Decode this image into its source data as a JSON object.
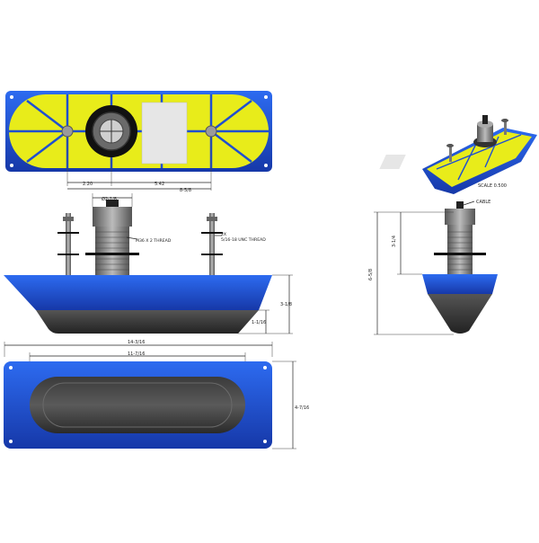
{
  "colors": {
    "blue": "#1f4fd1",
    "yellow": "#e8ec1a",
    "dark": "#3b3b3b",
    "bolt": "#8a8a8a",
    "label": "#e6e6e6"
  },
  "top_view": {
    "dims": {
      "left": "2.20",
      "middle": "5.42",
      "overall": "8-5/8"
    }
  },
  "side_view": {
    "dims": {
      "stem_dia": "Ø2-1/8",
      "thread_main": "M36 X 2 THREAD",
      "thread_bolt_a": "2X",
      "thread_bolt_b": "5/16-18 UNC THREAD",
      "height": "3-1/8",
      "lower": "1-1/16"
    }
  },
  "bottom_view": {
    "dims": {
      "overall": "14-3/16",
      "inner": "11-7/16",
      "width": "4-7/16"
    }
  },
  "end_view": {
    "dims": {
      "cable": "CABLE",
      "upper": "3-1/4",
      "overall": "6-5/8"
    }
  },
  "iso_view": {
    "scale": "SCALE  0.500"
  }
}
